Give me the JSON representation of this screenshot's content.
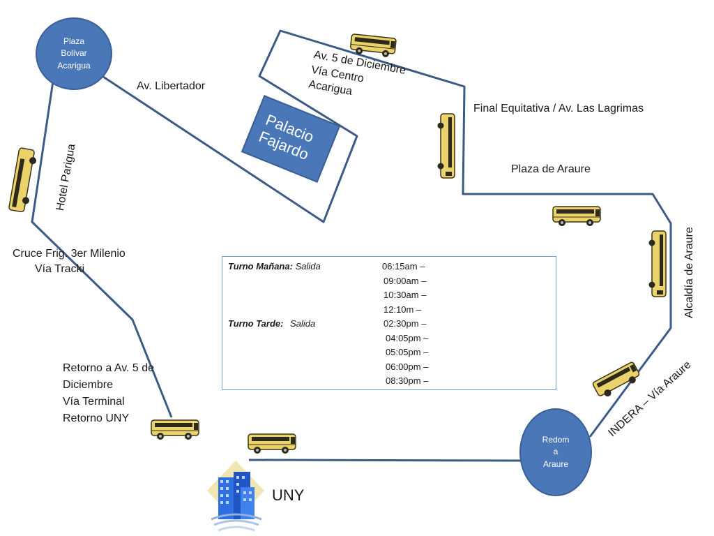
{
  "stops": {
    "plaza_bolivar": [
      "Plaza",
      "Bolívar",
      "Acarigua"
    ],
    "redoma": [
      "Redom",
      "a",
      "Araure"
    ]
  },
  "palace": [
    "Palacio",
    "Fajardo"
  ],
  "labels": {
    "av_libertador": "Av. Libertador",
    "av5_line1": "Av. 5 de Diciembre",
    "av5_line2": "Vía Centro",
    "av5_line3": "Acarigua",
    "final_equitativa": "Final Equitativa / Av. Las Lagrimas",
    "plaza_araure": "Plaza de Araure",
    "hotel_parigua": "Hotel Parigua",
    "alcaldia": "Alcaldía de  Araure",
    "cruce_line1": "Cruce Frig. 3er Milenio",
    "cruce_line2": "Vía Tracki",
    "indera": "INDERA – Vía Araure",
    "retorno": [
      "Retorno a Av. 5 de",
      "Diciembre",
      "Vía Terminal",
      "Retorno UNY"
    ],
    "uny": "UNY"
  },
  "schedule": {
    "morning_label": "Turno Mañana:",
    "afternoon_label": "Turno Tarde:",
    "salida": "Salida",
    "morning_times": [
      "06:15am –",
      "09:00am –",
      "10:30am –",
      "12:10m –"
    ],
    "afternoon_times": [
      "02:30pm –",
      "04:05pm –",
      "05:05pm –",
      "06:00pm –",
      "08:30pm –"
    ]
  },
  "colors": {
    "route_line": "#3b5a86",
    "node_fill": "#4a77b7",
    "bus_body": "#e9d36a",
    "bus_outline": "#3a3218"
  },
  "icons": [
    "school-bus-icon",
    "building-icon"
  ]
}
